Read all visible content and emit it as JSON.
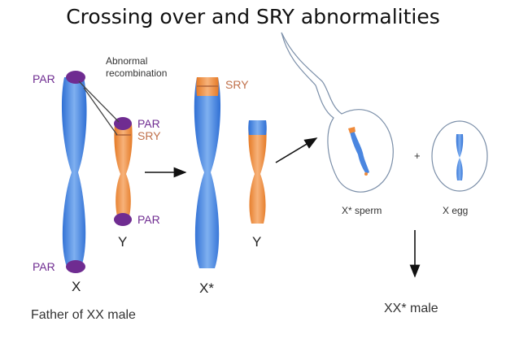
{
  "title": "Crossing over and SRY abnormalities",
  "labels": {
    "par": "PAR",
    "sry": "SRY",
    "abnormal_line1": "Abnormal",
    "abnormal_line2": "recombination",
    "x": "X",
    "y": "Y",
    "x_star": "X*",
    "x_star_sperm": "X* sperm",
    "plus": "+",
    "x_egg": "X egg",
    "father": "Father of XX male",
    "result": "XX* male"
  },
  "colors": {
    "x_chromosome_blue": "#4a86e0",
    "y_chromosome_orange": "#ef8a3a",
    "par_purple": "#6f2c91",
    "sry_text": "#c0704a",
    "par_text": "#6f2c91"
  }
}
